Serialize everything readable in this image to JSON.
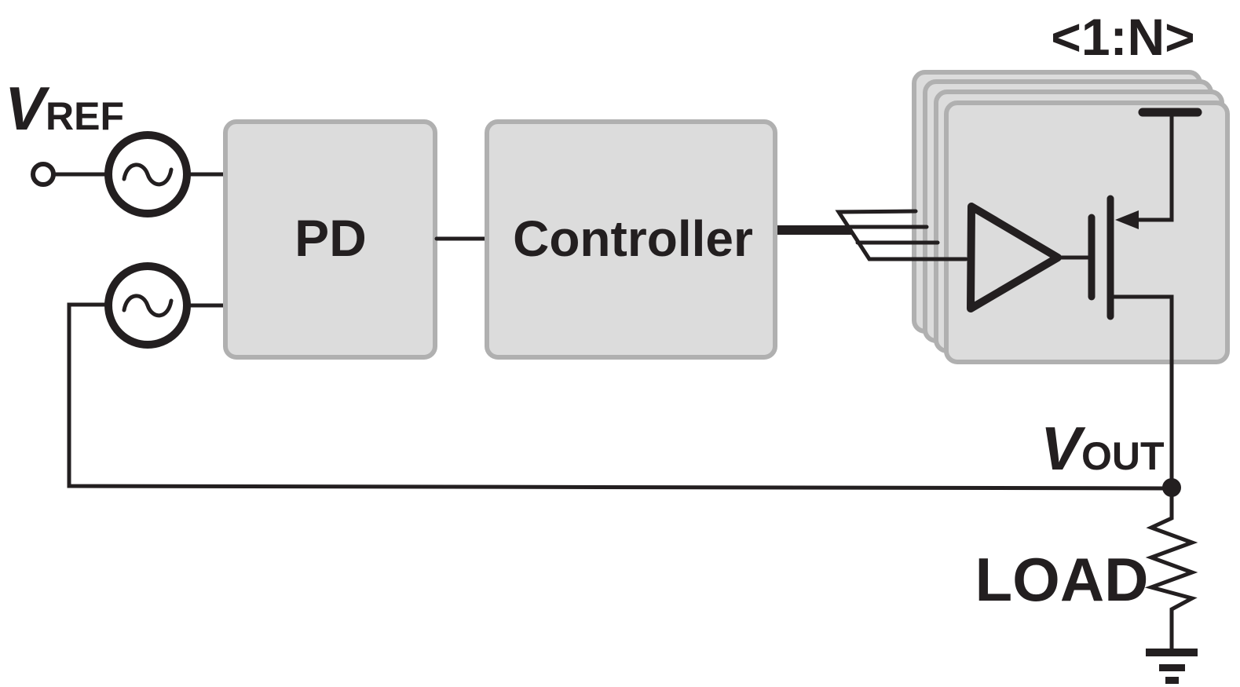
{
  "labels": {
    "vref_main": "V",
    "vref_sub": "REF",
    "vout_main": "V",
    "vout_sub": "OUT",
    "pd": "PD",
    "controller": "Controller",
    "array_index": "<1:N>",
    "load": "LOAD"
  },
  "colors": {
    "ink": "#231f20",
    "block_fill": "#dcdcdc",
    "block_stroke": "#b0b0b0"
  }
}
